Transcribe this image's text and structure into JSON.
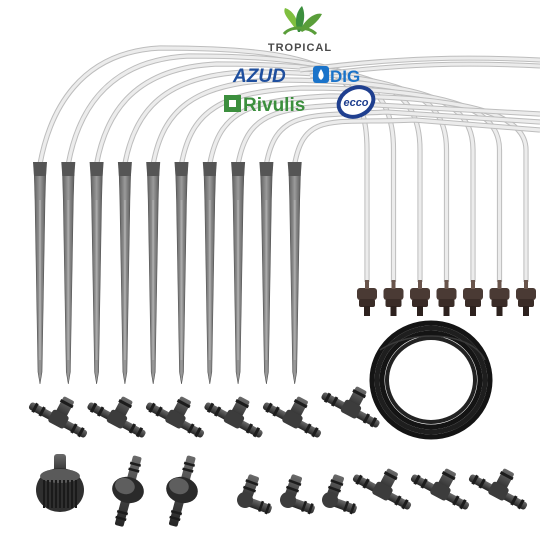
{
  "brands": {
    "tropical": "TROPICAL",
    "azud": "AZUD",
    "dig": "DIG",
    "rivulis": "Rivulis",
    "ecco": "ecco"
  },
  "colors": {
    "tube": "#d9d9d9",
    "tube_edge": "#bdbdbd",
    "stake": "#7a7a7a",
    "stake_dark": "#555555",
    "dripper": "#4a3a34",
    "fitting": "#3c3c3c",
    "hose": "#141414",
    "azud": "#1f4f9e",
    "dig": "#1a73c9",
    "rivulis": "#3c8f3e",
    "tropical": "#5a9e3a"
  },
  "kit_components": {
    "stakes_count": 10,
    "drippers_count": 7,
    "tee_connectors_top_row": 6,
    "connectors_bottom_row": 6,
    "valves_count": 2,
    "end_caps_count": 1,
    "hose_coils": 1
  }
}
